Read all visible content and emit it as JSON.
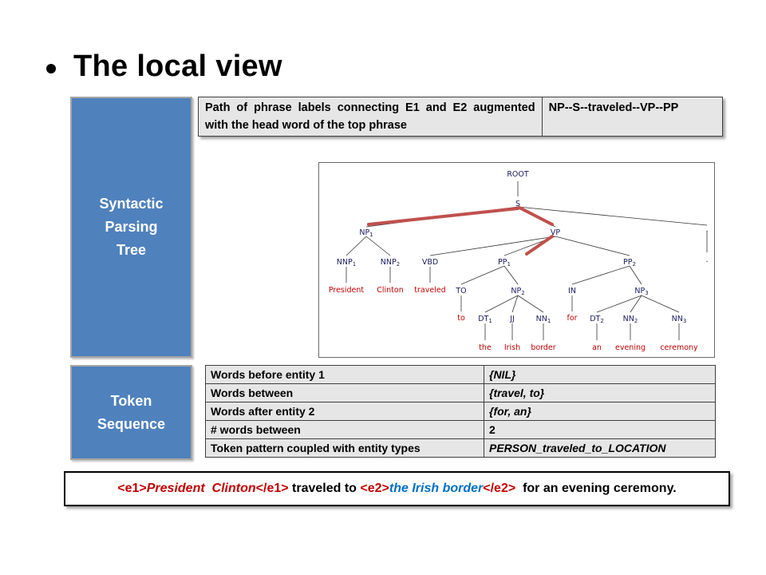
{
  "slide": {
    "title": "The local view"
  },
  "sections": {
    "syntactic": [
      "Syntactic",
      "Parsing",
      "Tree"
    ],
    "token": [
      "Token",
      "Sequence"
    ]
  },
  "path_feature": {
    "label": "Path of phrase labels connecting E1 and E2 augmented with the head word of the top phrase",
    "value": "NP--S--traveled--VP--PP"
  },
  "token_features": [
    {
      "key": "Words before entity 1",
      "value": "{NIL}"
    },
    {
      "key": "Words between",
      "value": "{travel, to}"
    },
    {
      "key": "Words after entity 2",
      "value": "{for, an}"
    },
    {
      "key": "# words between",
      "value": "2"
    },
    {
      "key": "Token pattern coupled with entity types",
      "value": "PERSON_traveled_to_LOCATION"
    }
  ],
  "tree": {
    "colors": {
      "nonterminal": "#1a1a5e",
      "word": "#c00000",
      "highlight": "#c0504d"
    },
    "nodes": {
      "root": "ROOT",
      "s": "S",
      "np1": "NP",
      "np1_sub": "1",
      "vp": "VP",
      "dot": ".",
      "nnp1": "NNP",
      "nnp1_sub": "1",
      "nnp2": "NNP",
      "nnp2_sub": "2",
      "vbd": "VBD",
      "pp1": "PP",
      "pp1_sub": "1",
      "pp2": "PP",
      "pp2_sub": "2",
      "to": "TO",
      "np2": "NP",
      "np2_sub": "2",
      "in": "IN",
      "np3": "NP",
      "np3_sub": "3",
      "dt1": "DT",
      "dt1_sub": "1",
      "jj": "JJ",
      "nn1": "NN",
      "nn1_sub": "1",
      "dt2": "DT",
      "dt2_sub": "2",
      "nn2": "NN",
      "nn2_sub": "2",
      "nn3": "NN",
      "nn3_sub": "3"
    },
    "words": {
      "president": "President",
      "clinton": "Clinton",
      "traveled": "traveled",
      "to": "to",
      "for": "for",
      "the": "the",
      "irish": "Irish",
      "border": "border",
      "an": "an",
      "evening": "evening",
      "ceremony": "ceremony",
      "dot": "."
    }
  },
  "sentence": {
    "e1_open": "<e1>",
    "e1_text": "President  Clinton",
    "e1_close": "</e1>",
    "middle": " traveled to ",
    "e2_open": "<e2>",
    "e2_text": "the Irish border",
    "e2_close": "</e2>",
    "tail": "  for an evening ceremony."
  }
}
